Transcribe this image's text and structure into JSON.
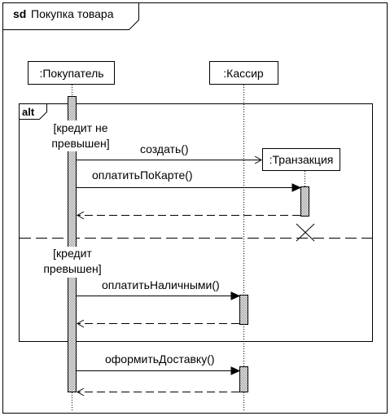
{
  "frame": {
    "keyword": "sd",
    "name": "Покупка товара"
  },
  "lifelines": {
    "buyer": ":Покупатель",
    "cashier": ":Кассир",
    "transaction": ":Транзакция"
  },
  "fragment": {
    "operator": "alt",
    "guard1_line1": "[кредит не",
    "guard1_line2": "превышен]",
    "guard2_line1": "[кредит",
    "guard2_line2": "превышен]"
  },
  "messages": {
    "create": "создать()",
    "pay_card": "оплатитьПоКарте()",
    "pay_cash": "оплатитьНаличными()",
    "delivery": "оформитьДоставку()"
  }
}
